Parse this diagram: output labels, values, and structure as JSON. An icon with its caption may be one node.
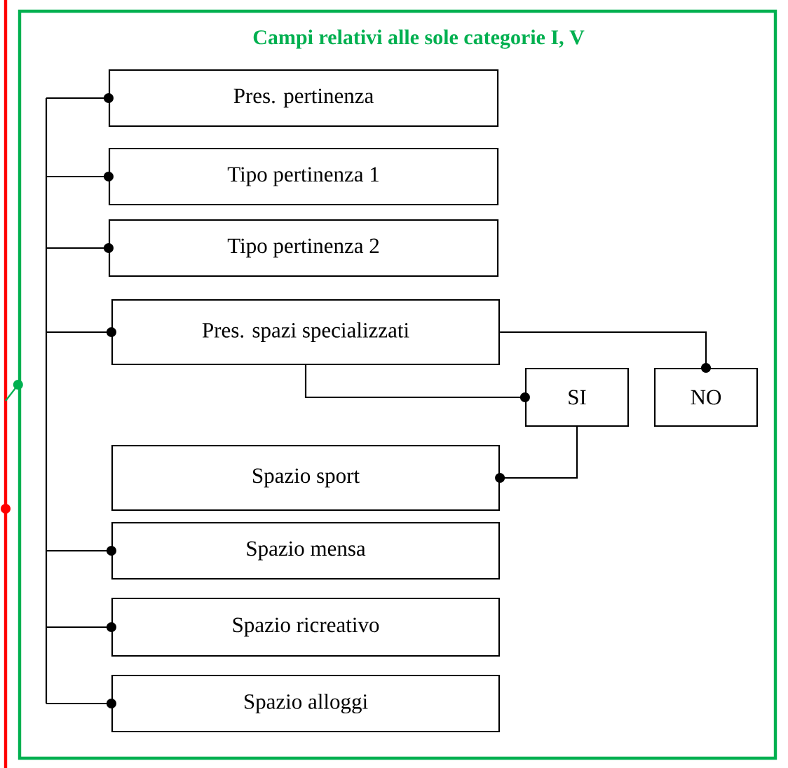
{
  "diagram": {
    "nodes": [
      {
        "text": [],
        "shape": "bar"
      },
      {
        "text": [
          "Campi relativi alle sole categorie I, V"
        ]
      },
      {
        "text": [
          "Pres. pertinenza"
        ],
        "in": 1
      },
      {
        "text": [
          "Tipo pertinenza 1"
        ],
        "in": 1
      },
      {
        "text": [
          "Tipo pertinenza 2"
        ],
        "in": 1
      },
      {
        "text": [
          "Pres. spazi specializzati"
        ],
        "in": 1
      },
      {
        "text": [
          "SI"
        ],
        "in": 1
      },
      {
        "text": [
          "NO"
        ],
        "in": 1
      },
      {
        "text": [
          "Spazio sport"
        ],
        "in": 1
      },
      {
        "text": [
          "Spazio mensa"
        ],
        "in": 1
      },
      {
        "text": [
          "Spazio ricreativo"
        ],
        "in": 1
      },
      {
        "text": [
          "Spazio alloggi"
        ],
        "in": 1
      }
    ],
    "edges": [
      {
        "from": 0,
        "to": 1,
        "arrow": "other",
        "color": "#00b050"
      },
      {
        "from": null,
        "to": 2,
        "arrow": "other"
      },
      {
        "from": null,
        "to": 3,
        "arrow": "other"
      },
      {
        "from": null,
        "to": 4,
        "arrow": "other"
      },
      {
        "from": null,
        "to": 5,
        "arrow": "other"
      },
      {
        "from": null,
        "to": 9,
        "arrow": "other"
      },
      {
        "from": null,
        "to": 10,
        "arrow": "other"
      },
      {
        "from": null,
        "to": 11,
        "arrow": "other"
      },
      {
        "from": 5,
        "to": 7,
        "arrow": "other"
      },
      {
        "from": 5,
        "to": 6,
        "arrow": "other"
      },
      {
        "from": 6,
        "to": 8,
        "arrow": "other"
      }
    ]
  }
}
